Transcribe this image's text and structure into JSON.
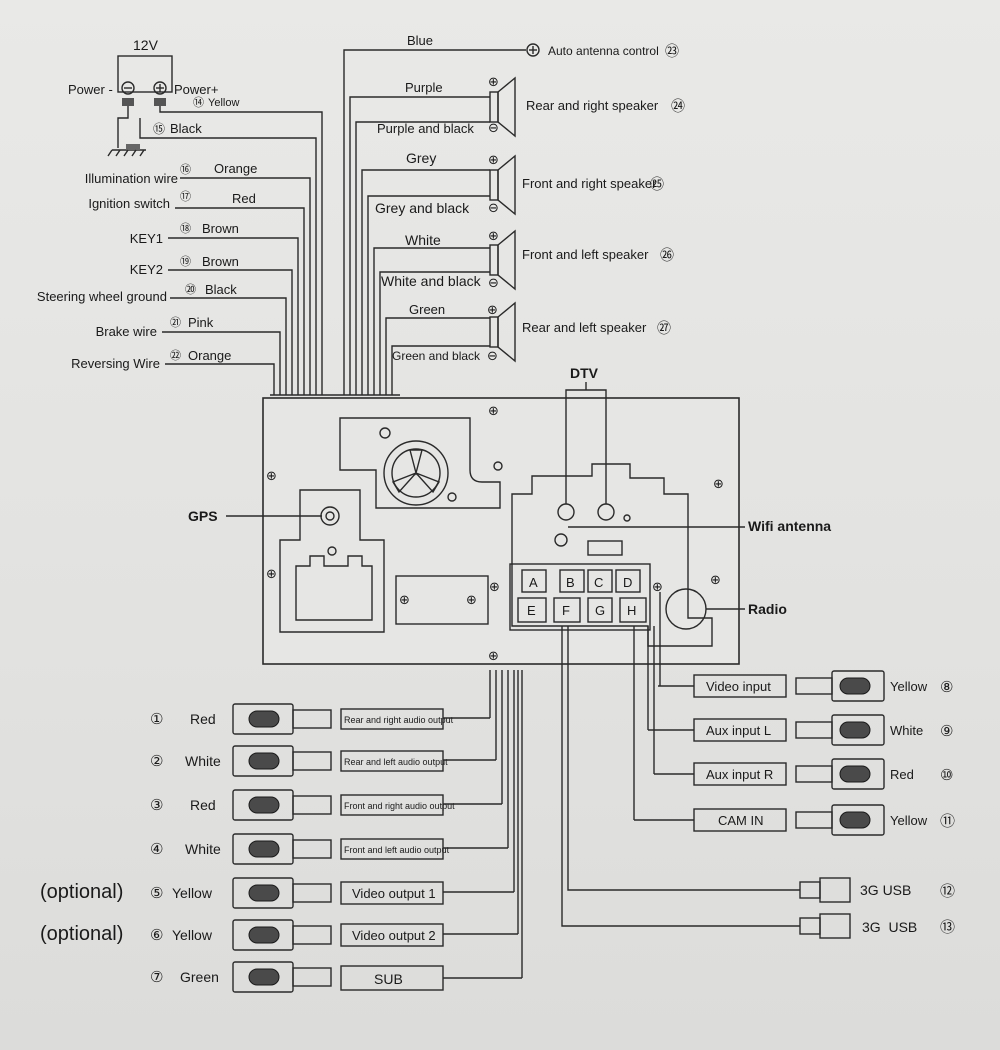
{
  "power": {
    "voltage": "12V",
    "minus_label": "Power -",
    "plus_label": "Power+",
    "yellow": {
      "num": "⑭",
      "label": "Yellow"
    },
    "black": {
      "num": "⑮",
      "label": "Black"
    }
  },
  "left_wires": [
    {
      "name": "Illumination wire",
      "num": "⑯",
      "color": "Orange"
    },
    {
      "name": "Ignition switch",
      "num": "⑰",
      "color": "Red"
    },
    {
      "name": "KEY1",
      "num": "⑱",
      "color": "Brown"
    },
    {
      "name": "KEY2",
      "num": "⑲",
      "color": "Brown"
    },
    {
      "name": "Steering wheel ground",
      "num": "⑳",
      "color": "Black"
    },
    {
      "name": "Brake wire",
      "num": "㉑",
      "color": "Pink"
    },
    {
      "name": "Reversing Wire",
      "num": "㉒",
      "color": "Orange"
    }
  ],
  "antenna": {
    "color": "Blue",
    "label": "Auto antenna control",
    "num": "㉓"
  },
  "speakers": [
    {
      "plus_color": "Purple",
      "minus_color": "Purple and black",
      "label": "Rear and right speaker",
      "num": "㉔"
    },
    {
      "plus_color": "Grey",
      "minus_color": "Grey and black",
      "label": "Front and right speaker",
      "num": "㉕"
    },
    {
      "plus_color": "White",
      "minus_color": "White and black",
      "label": "Front and left speaker",
      "num": "㉖"
    },
    {
      "plus_color": "Green",
      "minus_color": "Green and black",
      "label": "Rear and left speaker",
      "num": "㉗"
    }
  ],
  "unit": {
    "dtv": "DTV",
    "gps": "GPS",
    "wifi": "Wifi antenna",
    "radio": "Radio",
    "ports": [
      "A",
      "B",
      "C",
      "D",
      "E",
      "F",
      "G",
      "H"
    ]
  },
  "outputs": [
    {
      "optional": "",
      "num": "①",
      "color": "Red",
      "label": "Rear and right audio output"
    },
    {
      "optional": "",
      "num": "②",
      "color": "White",
      "label": "Rear and left audio output"
    },
    {
      "optional": "",
      "num": "③",
      "color": "Red",
      "label": "Front and right audio output"
    },
    {
      "optional": "",
      "num": "④",
      "color": "White",
      "label": "Front and left audio output"
    },
    {
      "optional": "(optional)",
      "num": "⑤",
      "color": "Yellow",
      "label": "Video output 1"
    },
    {
      "optional": "(optional)",
      "num": "⑥",
      "color": "Yellow",
      "label": "Video output 2"
    },
    {
      "optional": "",
      "num": "⑦",
      "color": "Green",
      "label": "SUB"
    }
  ],
  "inputs": [
    {
      "label": "Video input",
      "color": "Yellow",
      "num": "⑧"
    },
    {
      "label": "Aux input L",
      "color": "White",
      "num": "⑨"
    },
    {
      "label": "Aux input R",
      "color": "Red",
      "num": "⑩"
    },
    {
      "label": "CAM IN",
      "color": "Yellow",
      "num": "⑪"
    }
  ],
  "usb": [
    {
      "label": "3G USB",
      "num": "⑫"
    },
    {
      "label": "3G  USB",
      "num": "⑬"
    }
  ]
}
